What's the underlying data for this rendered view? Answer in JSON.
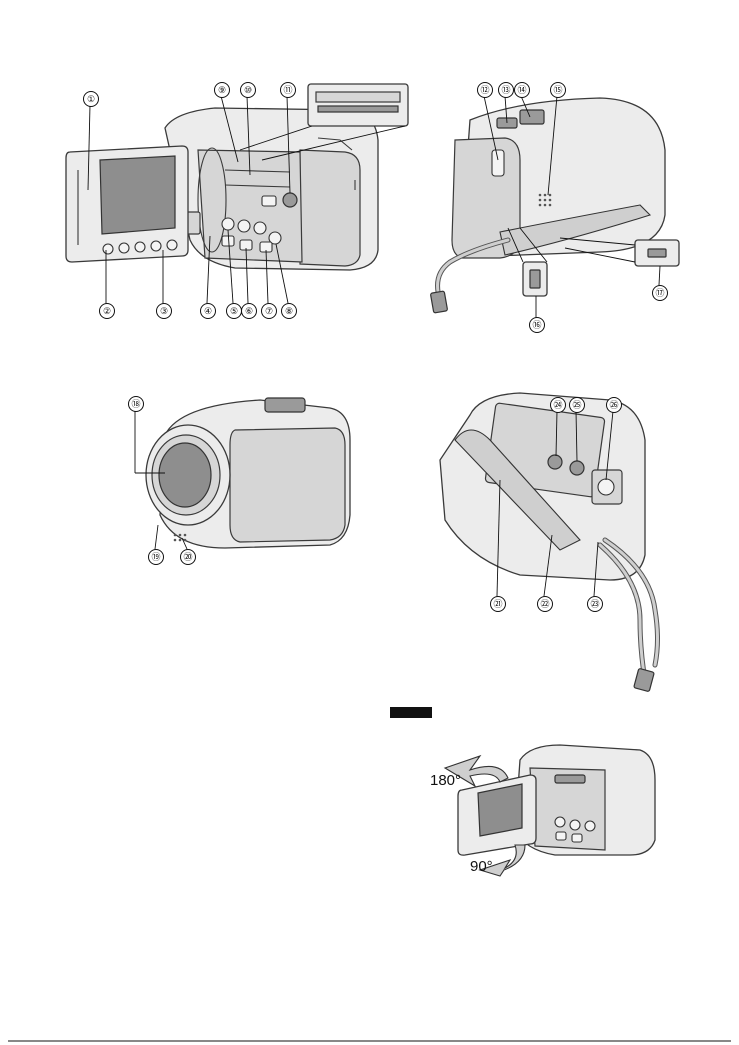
{
  "callouts": [
    {
      "n": "1",
      "label": "①"
    },
    {
      "n": "2",
      "label": "②"
    },
    {
      "n": "3",
      "label": "③"
    },
    {
      "n": "4",
      "label": "④"
    },
    {
      "n": "5",
      "label": "⑤"
    },
    {
      "n": "6",
      "label": "⑥"
    },
    {
      "n": "7",
      "label": "⑦"
    },
    {
      "n": "8",
      "label": "⑧"
    },
    {
      "n": "9",
      "label": "⑨"
    },
    {
      "n": "10",
      "label": "⑩"
    },
    {
      "n": "11",
      "label": "⑪"
    },
    {
      "n": "12",
      "label": "⑫"
    },
    {
      "n": "13",
      "label": "⑬"
    },
    {
      "n": "14",
      "label": "⑭"
    },
    {
      "n": "15",
      "label": "⑮"
    },
    {
      "n": "16",
      "label": "⑯"
    },
    {
      "n": "17",
      "label": "⑰"
    },
    {
      "n": "18",
      "label": "⑱"
    },
    {
      "n": "19",
      "label": "⑲"
    },
    {
      "n": "20",
      "label": "⑳"
    },
    {
      "n": "21",
      "label": "㉑"
    },
    {
      "n": "22",
      "label": "㉒"
    },
    {
      "n": "23",
      "label": "㉓"
    },
    {
      "n": "24",
      "label": "㉔"
    },
    {
      "n": "25",
      "label": "㉕"
    },
    {
      "n": "26",
      "label": "㉖"
    }
  ],
  "rotation": {
    "up": "180°",
    "down": "90°"
  },
  "note": {
    "label": ""
  },
  "icons": [
    "camcorder-front-open-lcd",
    "camcorder-rear",
    "camcorder-lens-front",
    "camcorder-bottom",
    "memory-card-slot",
    "usb-connector",
    "lcd-rotation-arrows"
  ]
}
